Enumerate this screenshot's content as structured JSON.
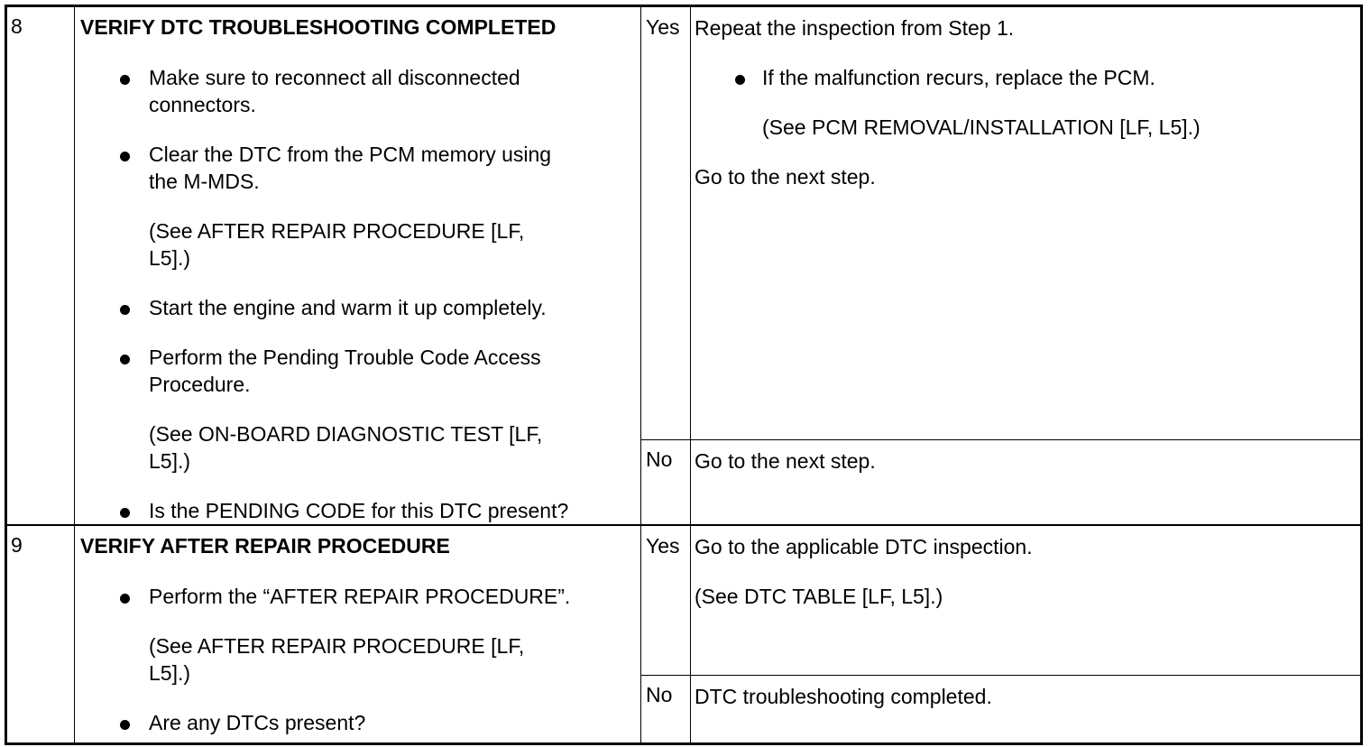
{
  "rows": [
    {
      "step": "8",
      "title": "VERIFY DTC TROUBLESHOOTING COMPLETED",
      "items": [
        {
          "lines": [
            "Make sure to reconnect all disconnected",
            "connectors."
          ]
        },
        {
          "lines": [
            "Clear the DTC from the PCM memory using",
            "the M-MDS."
          ]
        },
        {
          "ref": [
            "(See AFTER REPAIR PROCEDURE [LF,",
            "L5].)"
          ]
        },
        {
          "lines": [
            "Start the engine and warm it up completely."
          ]
        },
        {
          "lines": [
            "Perform the Pending Trouble Code Access",
            "Procedure."
          ]
        },
        {
          "ref": [
            "(See ON-BOARD DIAGNOSTIC TEST [LF,",
            "L5].)"
          ]
        },
        {
          "lines": [
            "Is the PENDING CODE for this DTC present?"
          ]
        }
      ],
      "yes": {
        "label": "Yes",
        "text1": "Repeat the inspection from Step 1.",
        "bullet": "If the malfunction recurs, replace the PCM.",
        "ref": "(See PCM REMOVAL/INSTALLATION [LF, L5].)",
        "text2": "Go to the next step."
      },
      "no": {
        "label": "No",
        "text": "Go to the next step."
      }
    },
    {
      "step": "9",
      "title": "VERIFY AFTER REPAIR PROCEDURE",
      "items": [
        {
          "lines": [
            "Perform the “AFTER REPAIR PROCEDURE”."
          ]
        },
        {
          "ref": [
            "(See AFTER REPAIR PROCEDURE [LF,",
            "L5].)"
          ]
        },
        {
          "lines": [
            "Are any DTCs present?"
          ]
        }
      ],
      "yes": {
        "label": "Yes",
        "text1": "Go to the applicable DTC inspection.",
        "ref": "(See DTC TABLE [LF, L5].)"
      },
      "no": {
        "label": "No",
        "text": "DTC troubleshooting completed."
      }
    }
  ]
}
